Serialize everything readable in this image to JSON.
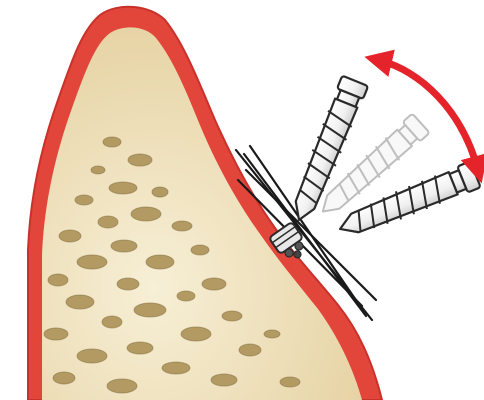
{
  "figure": {
    "subject": "implant-angulation-in-alveolar-bone",
    "colors": {
      "background": "#ffffff",
      "gingiva": "#e2463a",
      "gingiva_dark": "#c8322a",
      "bone": "#ecdcb4",
      "bone_light": "#f7efd6",
      "marrow_pore": "#b39a62",
      "marrow_pore_dark": "#7d6a3c",
      "implant_outline": "#2a2a2a",
      "implant_fill": "#ffffff",
      "implant_ghost": "#9a9a9a",
      "arrow": "#e5232a"
    },
    "icons": {
      "rotation_arrow": "curved-double-arrow-icon",
      "implants": "screw-implant-icon"
    },
    "implant_positions": [
      "upright",
      "intermediate",
      "tilted"
    ]
  }
}
